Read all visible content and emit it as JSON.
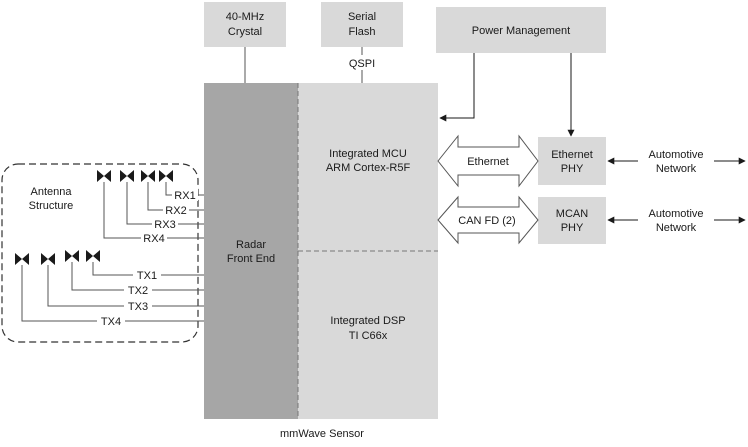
{
  "blocks": {
    "crystal": [
      "40-MHz",
      "Crystal"
    ],
    "flash": [
      "Serial",
      "Flash"
    ],
    "qspi": "QSPI",
    "power": "Power Management",
    "rfe": [
      "Radar",
      "Front End"
    ],
    "mcu": [
      "Integrated MCU",
      "ARM Cortex-R5F"
    ],
    "dsp": [
      "Integrated DSP",
      "TI C66x"
    ],
    "eth_phy": [
      "Ethernet",
      "PHY"
    ],
    "mcan_phy": [
      "MCAN",
      "PHY"
    ],
    "sensor": "mmWave Sensor"
  },
  "links": {
    "ethernet": "Ethernet",
    "canfd": "CAN FD (2)",
    "network1": [
      "Automotive",
      "Network"
    ],
    "network2": [
      "Automotive",
      "Network"
    ]
  },
  "antenna": {
    "title": [
      "Antenna",
      "Structure"
    ],
    "rx": [
      "RX1",
      "RX2",
      "RX3",
      "RX4"
    ],
    "tx": [
      "TX1",
      "TX2",
      "TX3",
      "TX4"
    ]
  },
  "colors": {
    "light_block": "#d9d9d9",
    "dark_block": "#a6a6a6",
    "line": "#333333"
  }
}
